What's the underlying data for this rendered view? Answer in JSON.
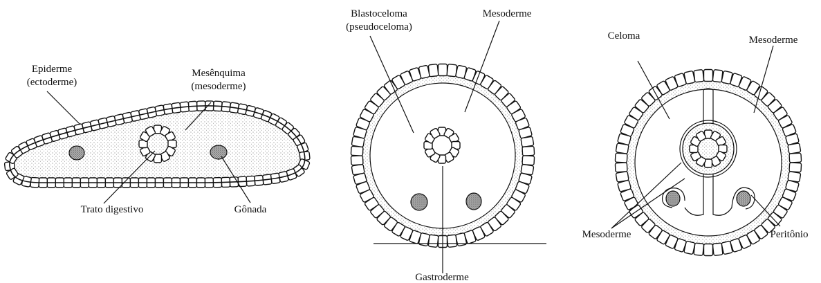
{
  "panels": [
    {
      "id": "acoelomate",
      "labels": {
        "epidermis_line1": "Epiderme",
        "epidermis_line2": "(ectoderme)",
        "mesenchyme_line1": "Mesênquima",
        "mesenchyme_line2": "(mesoderme)",
        "gut": "Trato digestivo",
        "gonad": "Gônada"
      }
    },
    {
      "id": "pseudocoelomate",
      "labels": {
        "blastocoel_line1": "Blastoceloma",
        "blastocoel_line2": "(pseudoceloma)",
        "mesoderm": "Mesoderme",
        "gastroderm": "Gastroderme"
      }
    },
    {
      "id": "coelomate",
      "labels": {
        "coelom": "Celoma",
        "mesoderm_top": "Mesoderme",
        "mesoderm_bottom": "Mesoderme",
        "peritoneum": "Peritônio"
      }
    }
  ]
}
